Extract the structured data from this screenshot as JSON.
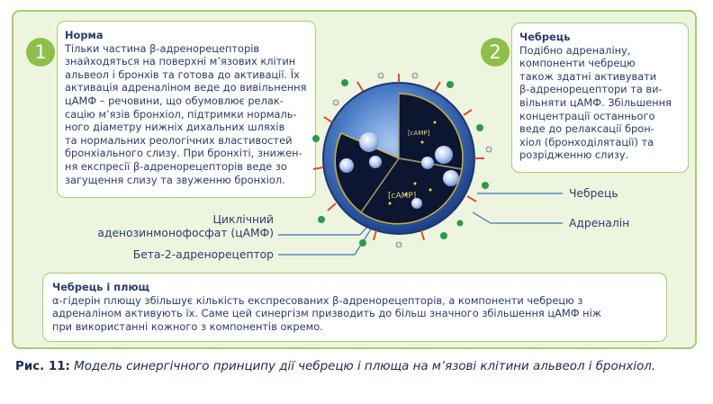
{
  "box1": {
    "number": "1",
    "title": "Норма",
    "lines": [
      "Тільки частина β-адренорецепторів",
      "знайходяться на поверхні м’язових клітин",
      "альвеол і бронхів та готова до активації. Їх",
      "активація адреналіном веде до вивільнення",
      "цАМФ – речовини, що обумовлює релак-",
      "сацію м’язів бронхіол, підтримки нормаль-",
      "ного діаметру нижніх дихальних шляхів",
      "та нормальних реологічних властивостей",
      "бронхіального слизу. При бронхіті, знижен-",
      "ня експресії β-адренорецепторів веде зо",
      "загущення слизу та звуженню бронхіол."
    ]
  },
  "box2": {
    "number": "2",
    "title": "Чебрець",
    "lines": [
      "Подібно адреналіну,",
      "компоненти чебрецю",
      "також здатні активувати",
      "β-адренорецептори та ви-",
      "вільняти цАМФ. Збільшення",
      "концентрації останнього",
      "веде до релаксації брон-",
      "хіол  (бронходілятації) та",
      "розрідженню слизу."
    ]
  },
  "box3": {
    "title": "Чебрець і плющ",
    "lines": [
      "α-гідерін плющу збільшує кількість експресованих β-адренорецепторів, а компоненти чебрецю з",
      "адреналіном  активують їх. Саме цей синергізм призводить до більш значного збільшення цАМФ ніж",
      "при використанні кожного з компонентів окремо."
    ]
  },
  "labels": {
    "camp_line1": "Циклічний",
    "camp_line2": "аденозинмонофосфат (цАМФ)",
    "receptor": "Бета-2-адренорецептор",
    "thyme": "Чебрець",
    "adrenaline": "Адреналін"
  },
  "illustration": {
    "inner_label_top": "[cAMP]",
    "inner_label_center": "[cAMP]"
  },
  "caption": {
    "figure": "Рис. 11:",
    "text": "Модель синергічного принципу дії чебрецю і плюща на м’язові клітини альвеол і бронхіол."
  },
  "colors": {
    "panel_bg": "#eef5df",
    "panel_border": "#a8cc6e",
    "number_badge": "#8cc04a",
    "text": "#2a3c6e"
  }
}
